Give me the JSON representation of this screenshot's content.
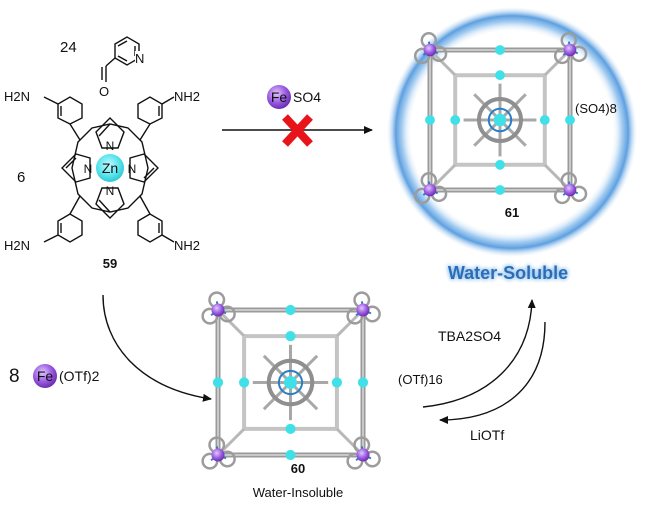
{
  "reagents": {
    "equiv_aldehyde": "24",
    "equiv_porphyrin": "6",
    "equiv_iron": "8",
    "amine_label": "H2N",
    "amine_label_right": "NH2",
    "zinc": "Zn",
    "nitrogen": "N",
    "pyridine_n": "N",
    "carbonyl_o": "O"
  },
  "compounds": {
    "porphyrin_id": "59",
    "cage_sulfate_id": "61",
    "cage_triflate_id": "60"
  },
  "salts": {
    "iron": "Fe",
    "sulfate": "SO4",
    "triflate_ligand": "(OTf)2",
    "cage_sulfate_counterion": "(SO4)8",
    "cage_triflate_counterion": "(OTf)16",
    "tba_reagent": "TBA2SO4",
    "li_reagent": "LiOTf"
  },
  "labels": {
    "water_soluble": "Water-Soluble",
    "water_insoluble": "Water-Insoluble"
  },
  "colors": {
    "iron_purple": "#7b3fbf",
    "zinc_cyan": "#40e0e8",
    "cross_red": "#e8141a",
    "glow_blue": "#6aa9e6",
    "cage_grey": "#9a9a9a",
    "cage_blue": "#2a7fc4"
  }
}
